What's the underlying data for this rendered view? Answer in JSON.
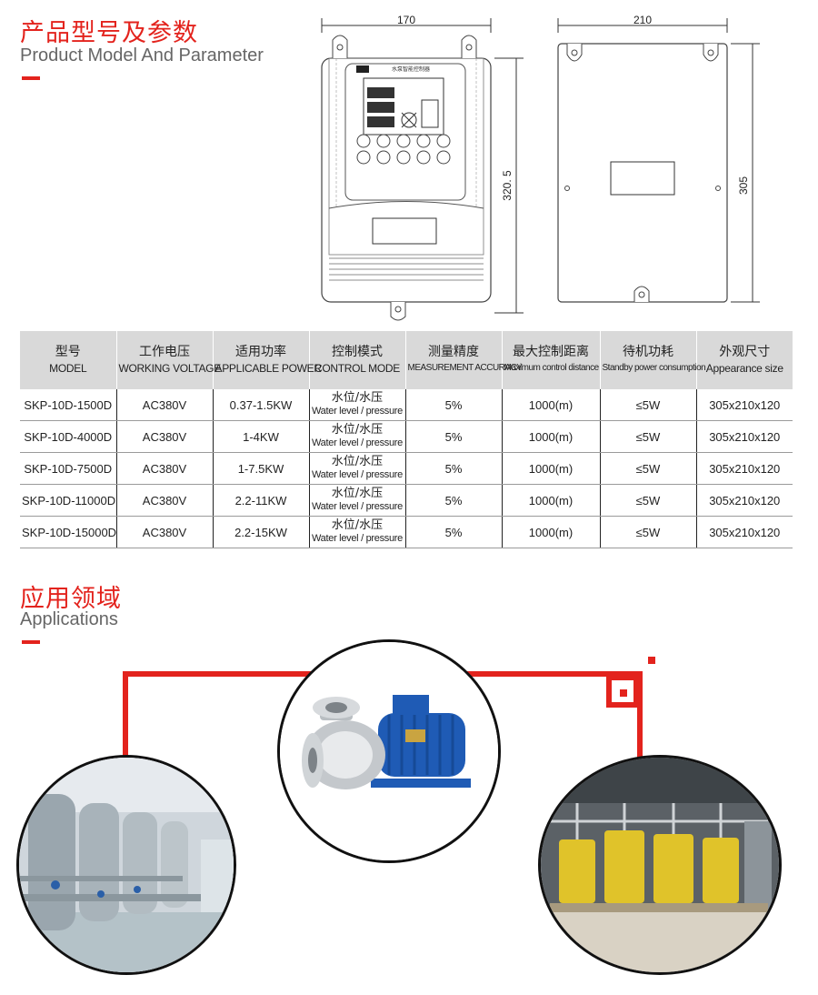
{
  "header": {
    "title_cn": "产品型号及参数",
    "title_en": "Product Model And Parameter"
  },
  "drawing": {
    "front_width": "170",
    "front_height": "320. 5",
    "side_width": "210",
    "side_height": "305",
    "panel_label": "水泵智能控制器"
  },
  "table": {
    "headers": [
      {
        "cn": "型号",
        "en": "MODEL"
      },
      {
        "cn": "工作电压",
        "en": "WORKING VOLTAGE"
      },
      {
        "cn": "适用功率",
        "en": "APPLICABLE POWER"
      },
      {
        "cn": "控制模式",
        "en": "CONTROL MODE"
      },
      {
        "cn": "测量精度",
        "en": "MEASUREMENT ACCURACY"
      },
      {
        "cn": "最大控制距离",
        "en": "Maximum control distance"
      },
      {
        "cn": "待机功耗",
        "en": "Standby power consumption"
      },
      {
        "cn": "外观尺寸",
        "en": "Appearance size"
      }
    ],
    "rows": [
      {
        "model": "SKP-10D-1500D",
        "voltage": "AC380V",
        "power": "0.37-1.5KW",
        "mode_cn": "水位/水压",
        "mode_en": "Water level / pressure",
        "accuracy": "5%",
        "distance": "1000(m)",
        "standby": "≤5W",
        "size": "305x210x120"
      },
      {
        "model": "SKP-10D-4000D",
        "voltage": "AC380V",
        "power": "1-4KW",
        "mode_cn": "水位/水压",
        "mode_en": "Water level / pressure",
        "accuracy": "5%",
        "distance": "1000(m)",
        "standby": "≤5W",
        "size": "305x210x120"
      },
      {
        "model": "SKP-10D-7500D",
        "voltage": "AC380V",
        "power": "1-7.5KW",
        "mode_cn": "水位/水压",
        "mode_en": "Water level / pressure",
        "accuracy": "5%",
        "distance": "1000(m)",
        "standby": "≤5W",
        "size": "305x210x120"
      },
      {
        "model": "SKP-10D-11000D",
        "voltage": "AC380V",
        "power": "2.2-11KW",
        "mode_cn": "水位/水压",
        "mode_en": "Water level / pressure",
        "accuracy": "5%",
        "distance": "1000(m)",
        "standby": "≤5W",
        "size": "305x210x120"
      },
      {
        "model": "SKP-10D-15000D",
        "voltage": "AC380V",
        "power": "2.2-15KW",
        "mode_cn": "水位/水压",
        "mode_en": "Water level / pressure",
        "accuracy": "5%",
        "distance": "1000(m)",
        "standby": "≤5W",
        "size": "305x210x120"
      }
    ]
  },
  "applications": {
    "title_cn": "应用领域",
    "title_en": "Applications"
  },
  "colors": {
    "accent": "#e3231d",
    "header_bg": "#d9d9d9"
  }
}
